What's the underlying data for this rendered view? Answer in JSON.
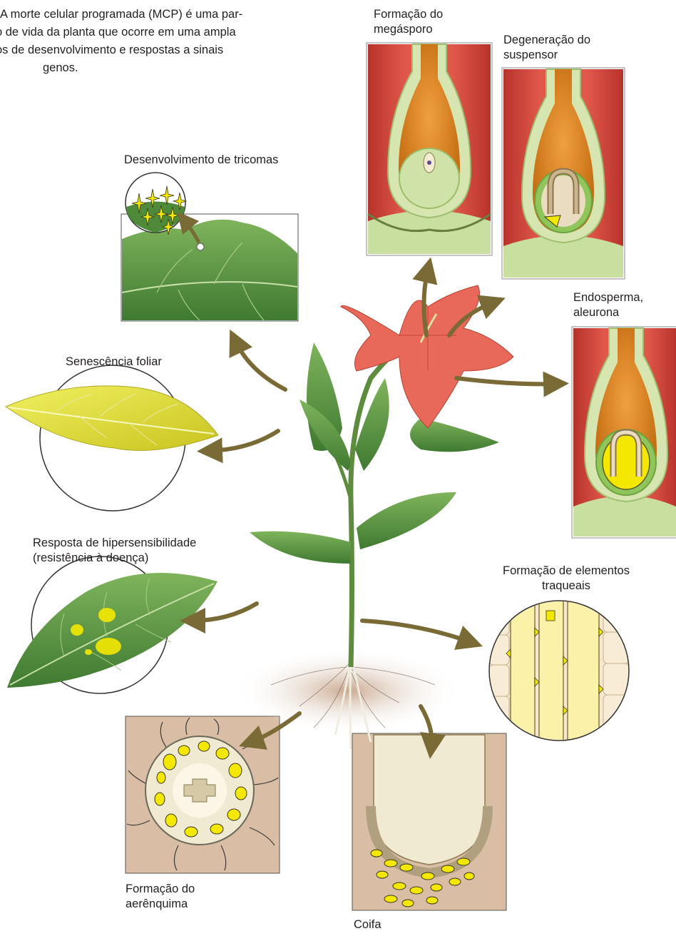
{
  "intro": {
    "lines": [
      "A morte celular programada (MCP) é uma par-",
      "o de vida da planta que ocorre em uma ampla",
      "os de desenvolvimento e respostas a sinais",
      "genos."
    ]
  },
  "labels": {
    "megaspore": "Formação do\nmegásporo",
    "suspensor": "Degeneração do\nsuspensor",
    "endosperm": "Endosperma,\naleurona",
    "trichomes": "Desenvolvimento de tricomas",
    "leaf_senescence": "Senescência foliar",
    "hypersensitive": "Resposta de hipersensibilidade\n(resistência à doença)",
    "tracheary": "Formação de elementos\ntraqueais",
    "aerenchyma": "Formação do\naerênquima",
    "root_cap": "Coifa"
  },
  "colors": {
    "arrow": "#7a6a36",
    "ovule_red": "#d9453b",
    "ovule_green": "#c9dfa0",
    "leaf_green": "#5d9a43",
    "senescent_yellow": "#e2e23a",
    "highlight_yellow": "#f4e800",
    "panel_tan": "#d9bda4",
    "flower_red": "#e8685a"
  }
}
